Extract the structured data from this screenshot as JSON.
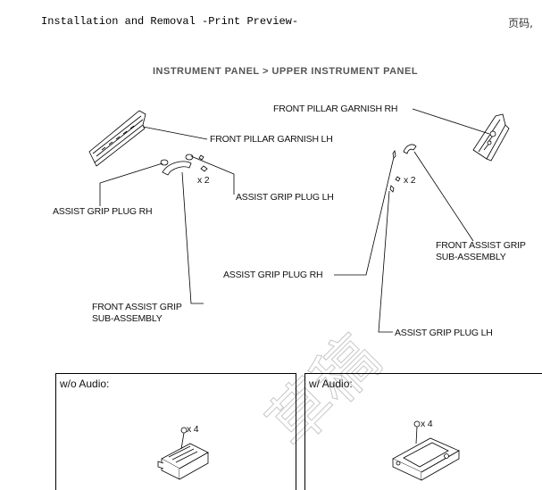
{
  "header": {
    "title": "Installation and Removal -Print Preview-",
    "page_label": "页码,"
  },
  "section_title": "INSTRUMENT PANEL > UPPER INSTRUMENT PANEL",
  "labels": {
    "front_pillar_garnish_lh": "FRONT PILLAR GARNISH LH",
    "front_pillar_garnish_rh": "FRONT PILLAR GARNISH RH",
    "assist_grip_plug_lh_left": "ASSIST GRIP PLUG LH",
    "assist_grip_plug_rh_left": "ASSIST GRIP PLUG RH",
    "assist_grip_plug_rh_right": "ASSIST GRIP PLUG RH",
    "assist_grip_plug_lh_right": "ASSIST GRIP PLUG LH",
    "front_assist_grip_left_line1": "FRONT ASSIST GRIP",
    "front_assist_grip_left_line2": "SUB-ASSEMBLY",
    "front_assist_grip_right_line1": "FRONT ASSIST GRIP",
    "front_assist_grip_right_line2": "SUB-ASSEMBLY",
    "qty_left": "x 2",
    "qty_right": "x 2"
  },
  "panels": {
    "without_audio": {
      "title": "w/o Audio:",
      "qty": "x 4"
    },
    "with_audio": {
      "title": "w/ Audio:",
      "qty": "x 4"
    }
  },
  "watermark": "草稿"
}
